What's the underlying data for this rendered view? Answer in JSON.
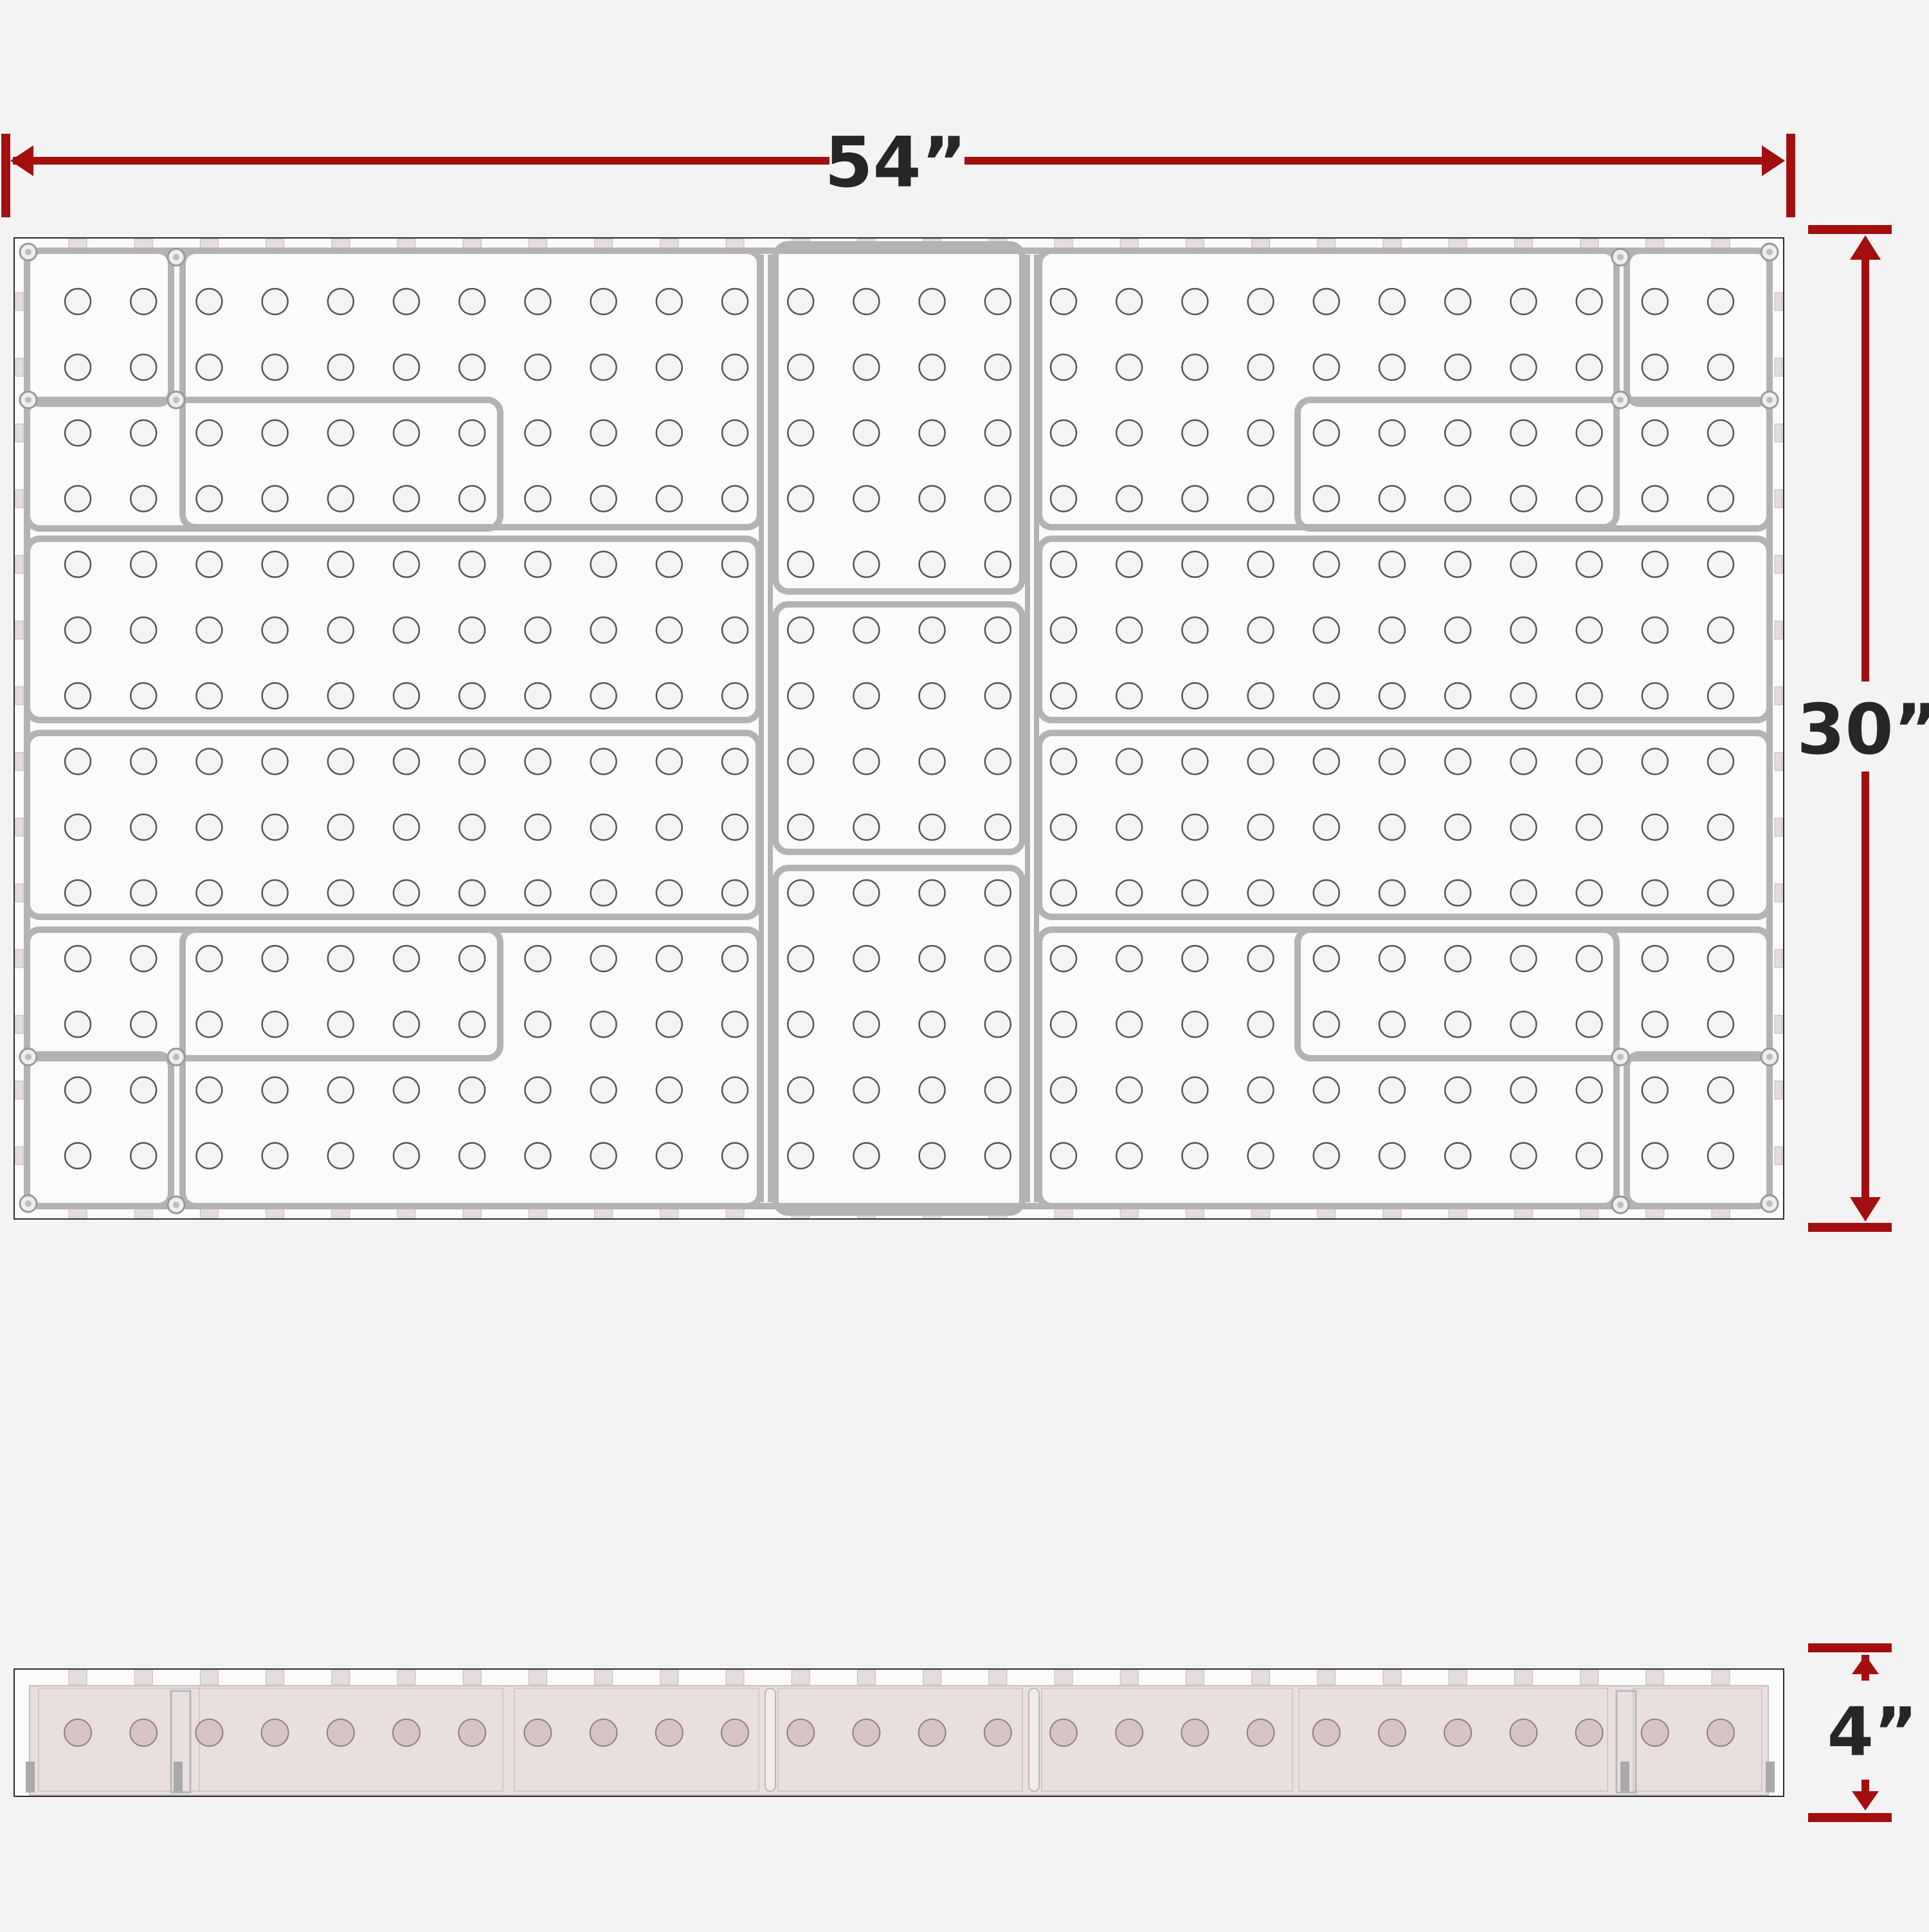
{
  "dimensions": {
    "width": "54”",
    "height": "30”",
    "depth": "4”"
  },
  "colors": {
    "background": "#f3f3f3",
    "dimension_line": "#a30f0f",
    "label": "#262626",
    "plate_fill": "#fbfbfb",
    "plate_border": "#2b2b2b",
    "rib": "#b3b3b3",
    "hole_stroke": "#555555",
    "side_fill": "#e9dfdf",
    "side_hole": "#d8c3c6"
  },
  "table": {
    "hole_columns": 26,
    "hole_rows": 14,
    "view_names": [
      "top-view",
      "side-view"
    ]
  }
}
